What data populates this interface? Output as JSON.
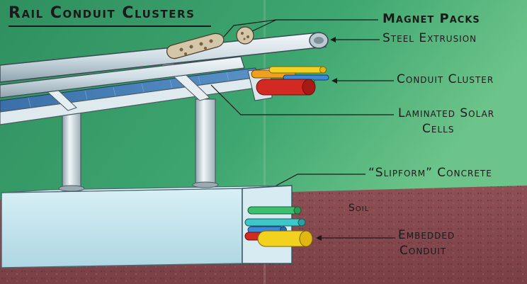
{
  "title": "Rail Conduit Clusters",
  "labels": {
    "magnet_packs": "Magnet Packs",
    "steel_extrusion": "Steel Extrusion",
    "conduit_cluster": "Conduit Cluster",
    "solar_cells_line1": "Laminated Solar",
    "solar_cells_line2": "Cells",
    "slipform_concrete": "“Slipform” Concrete",
    "soil": "Soil",
    "embedded_conduit_line1": "Embedded",
    "embedded_conduit_line2": "Conduit"
  },
  "colors": {
    "sky": "#3a9a6a",
    "soil": "#8a4a4e",
    "concrete": "#bfe4ee",
    "conduit_red": "#d22a22",
    "conduit_orange": "#f0a020",
    "conduit_yellow": "#f2d21e",
    "conduit_blue": "#3a8ad8",
    "conduit_green": "#3cc070",
    "conduit_cyan": "#3cc8c8"
  }
}
